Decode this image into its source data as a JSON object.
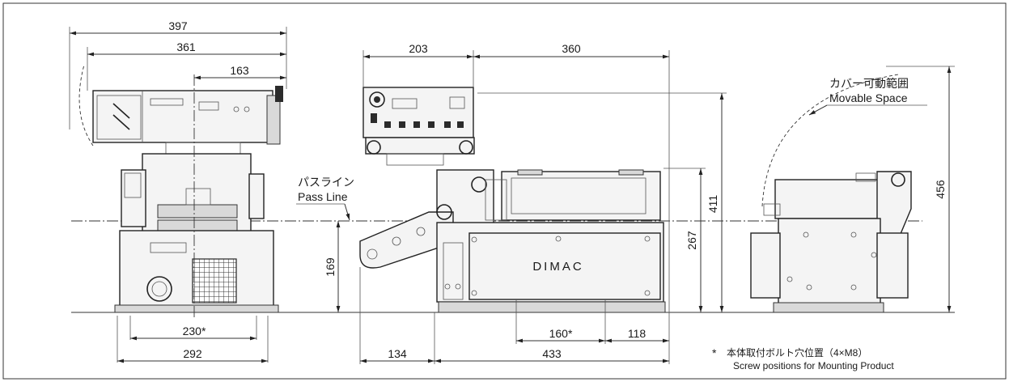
{
  "dimensions": {
    "front_width_397": "397",
    "front_width_361": "361",
    "front_offset_163": "163",
    "front_base_230": "230*",
    "front_base_292": "292",
    "side_panel_203": "203",
    "side_width_360": "360",
    "side_pass_height_169": "169",
    "side_height_267": "267",
    "side_height_411": "411",
    "side_bolt_160": "160*",
    "side_bolt_118": "118",
    "side_arm_134": "134",
    "side_base_433": "433",
    "rear_height_456": "456"
  },
  "labels": {
    "pass_line_jp": "パスライン",
    "pass_line_en": "Pass Line",
    "cover_space_jp": "カバー可動範囲",
    "cover_space_en": "Movable Space",
    "brand": "DIMAC"
  },
  "note": {
    "marker": "*",
    "text_jp": "本体取付ボルト穴位置（4×M8）",
    "text_en": "Screw positions for Mounting Product"
  }
}
